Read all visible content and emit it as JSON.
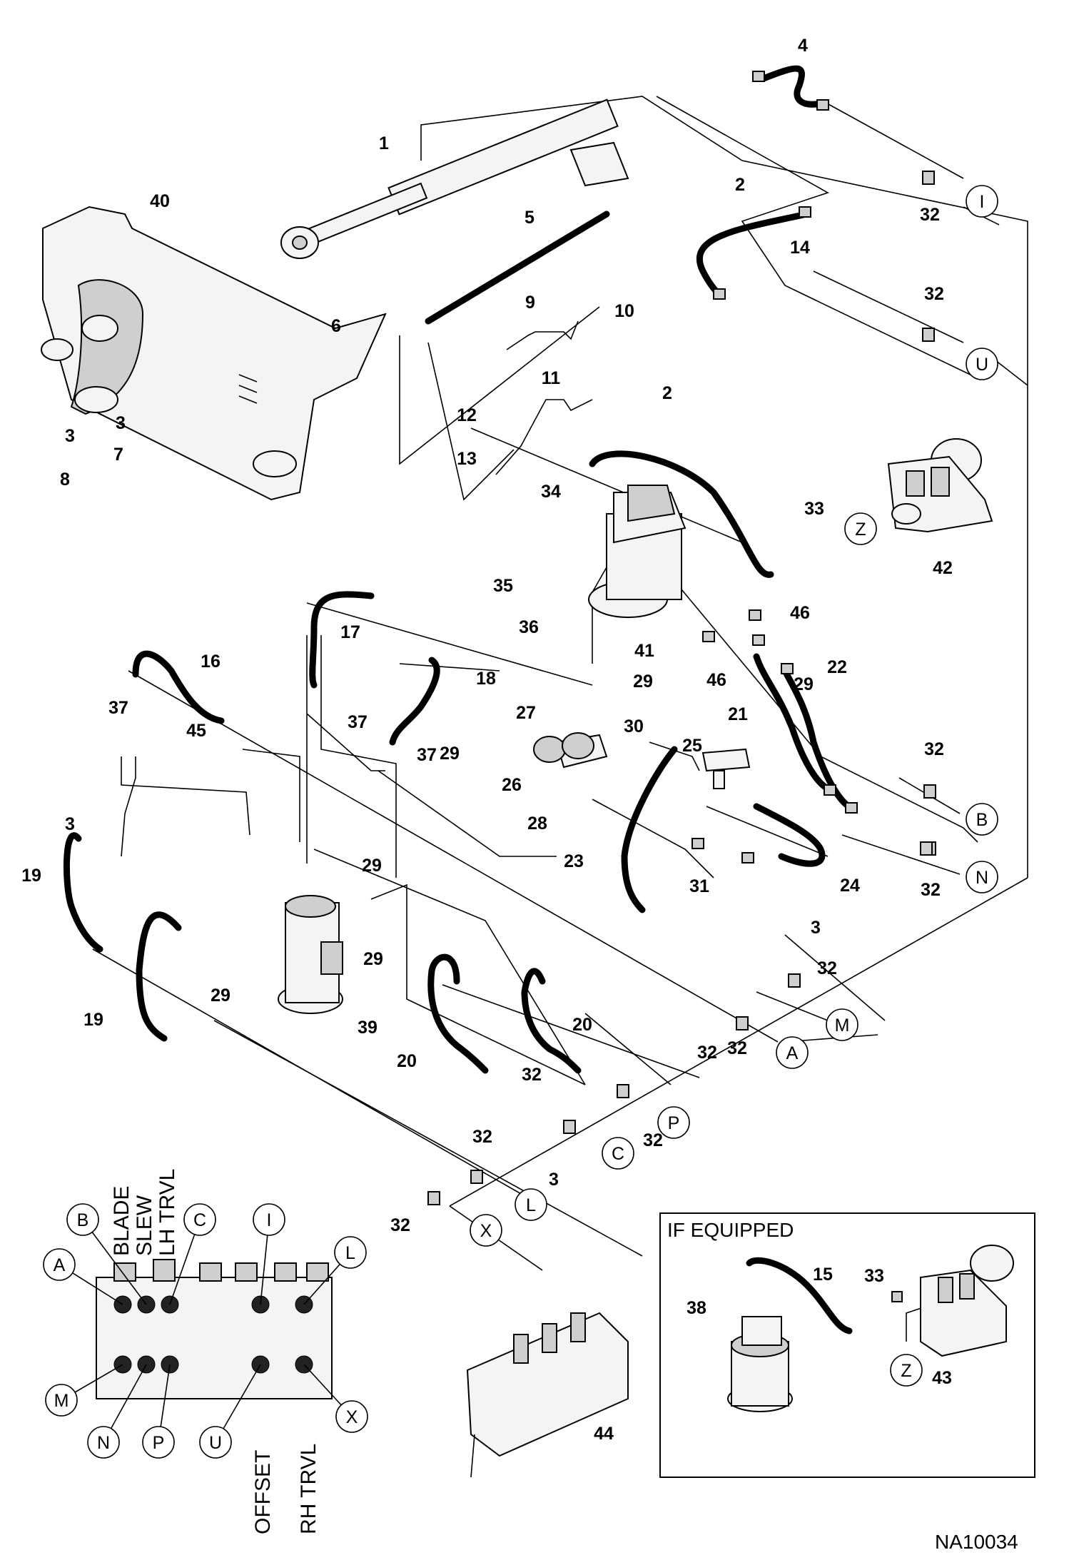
{
  "diagram": {
    "drawing_code": "NA10034",
    "box_label": "IF EQUIPPED",
    "functions": {
      "blade": "BLADE",
      "slew": "SLEW",
      "lh_trvl": "LH TRVL",
      "offset": "OFFSET",
      "rh_trvl": "RH TRVL"
    },
    "part_numbers": [
      "1",
      "2",
      "2",
      "3",
      "3",
      "3",
      "3",
      "3",
      "4",
      "5",
      "6",
      "7",
      "8",
      "9",
      "10",
      "11",
      "12",
      "13",
      "14",
      "15",
      "16",
      "17",
      "18",
      "19",
      "19",
      "20",
      "20",
      "21",
      "22",
      "23",
      "24",
      "25",
      "26",
      "27",
      "28",
      "29",
      "29",
      "29",
      "29",
      "29",
      "29",
      "30",
      "31",
      "32",
      "32",
      "32",
      "32",
      "32",
      "32",
      "32",
      "32",
      "32",
      "32",
      "32",
      "33",
      "33",
      "34",
      "35",
      "36",
      "37",
      "37",
      "37",
      "38",
      "39",
      "40",
      "41",
      "42",
      "43",
      "44",
      "45",
      "46",
      "46"
    ],
    "connection_letters": [
      "I",
      "U",
      "Z",
      "B",
      "N",
      "M",
      "A",
      "P",
      "C",
      "L",
      "X",
      "Z"
    ],
    "valve_bank_top_ports": [
      "A",
      "B",
      "C",
      "I",
      "L"
    ],
    "valve_bank_bottom_ports": [
      "M",
      "N",
      "P",
      "U",
      "X"
    ]
  }
}
